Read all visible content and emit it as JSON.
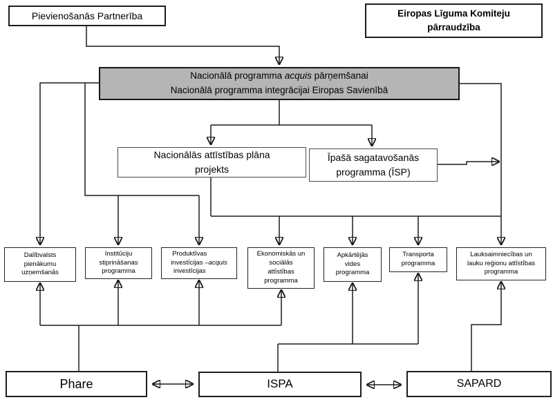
{
  "colors": {
    "page_bg": "#ffffff",
    "box_bg": "#ffffff",
    "gray_box_fill": "#b5b5b5",
    "line": "#1a1a1a"
  },
  "top": {
    "accession_partnership": "Pievienošanās Partnerība",
    "eu_agreement_committee": "Eiropas Līguma Komiteju\npārraudzība"
  },
  "national_programme": {
    "line1_pre": "Nacionālā programma ",
    "line1_italic": "acquis",
    "line1_post": " pārņemšanai",
    "line2": "Nacionālā programma integrācijai Eiropas Savienībā"
  },
  "plans": {
    "development_plan": "Nacionālās attīstības plāna\nprojekts",
    "special_preparation": "Īpašā sagatavošanās\nprogramma (ĪSP)"
  },
  "programs": {
    "member_state_obligations": "Dalībvalsts\npienākumu\nuzņemšanās",
    "institution_building": "Institūciju\nstiprināšanas\nprogramma",
    "productive_investments_pre": "Produktīvas\ninvestīcijas –\ninvestīcijas ",
    "productive_investments_italic": "acquis",
    "economic_social": "Ekonomiskās un\nsociālās\nattīstības\nprogramma",
    "environment": "Apkārtējās\nvides\nprogramma",
    "transport": "Transporta\nprogramma",
    "agriculture_rural": "Lauksaimniecības un\nlauku reģionu attīstības\nprogramma"
  },
  "instruments": {
    "phare": "Phare",
    "ispa": "ISPA",
    "sapard": "SAPARD"
  }
}
